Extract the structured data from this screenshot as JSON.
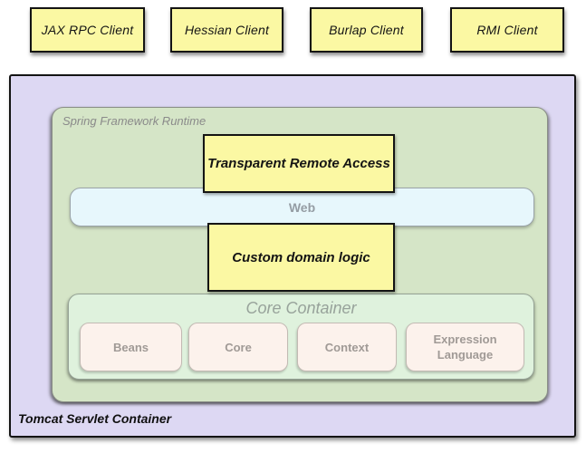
{
  "clients": [
    {
      "label": "JAX RPC Client"
    },
    {
      "label": "Hessian Client"
    },
    {
      "label": "Burlap Client"
    },
    {
      "label": "RMI Client"
    }
  ],
  "tomcat": {
    "label": "Tomcat Servlet Container"
  },
  "spring_runtime": {
    "label": "Spring Framework Runtime"
  },
  "remote_access": {
    "label": "Transparent Remote Access"
  },
  "web": {
    "label": "Web"
  },
  "domain_logic": {
    "label": "Custom domain logic"
  },
  "core_container": {
    "label": "Core Container",
    "modules": [
      {
        "label": "Beans"
      },
      {
        "label": "Core"
      },
      {
        "label": "Context"
      },
      {
        "label": "Expression Language"
      }
    ]
  },
  "colors": {
    "client_and_logic_fill": "#fbf8a3",
    "tomcat_fill": "#ddd8f3",
    "runtime_fill": "#d5e5c7",
    "web_fill": "#e7f7fc",
    "core_container_fill": "#dff2dd",
    "module_fill": "#fcf2ec",
    "border_dark": "#141414",
    "label_gray": "#8a8a8a"
  }
}
